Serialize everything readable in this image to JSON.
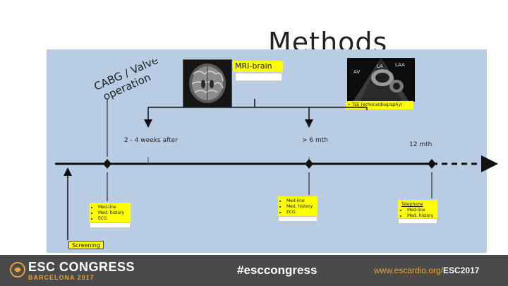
{
  "slide": {
    "title": "Methods"
  },
  "diagram": {
    "operation_line1": "CABG / Valve",
    "operation_line2": "operation",
    "mri_label": "MRI-brain",
    "echo_label": "TEE (echocardiography)",
    "echo_text": {
      "av": "AV",
      "la": "LA",
      "laa": "LAA"
    },
    "times": {
      "early": "2 - 4 weeks after",
      "mid": "> 6 mth",
      "late": "12 mth"
    },
    "boxes": {
      "early": [
        "Med-line",
        "Med. history",
        "ECG"
      ],
      "mid": [
        "Med-line",
        "Med. history",
        "ECG"
      ],
      "late_title": "Telephone",
      "late": [
        "Med-line",
        "Med. history"
      ]
    },
    "screening": "Screening"
  },
  "footer": {
    "congress": "ESC CONGRESS",
    "location": "BARCELONA 2017",
    "hashtag": "#esccongress",
    "url_prefix": "www.escardio.org/",
    "url_suffix": "ESC2017"
  },
  "colors": {
    "panel": "#b8cce4",
    "highlight": "#ffff00",
    "footer_bg": "#4a4a4a",
    "accent": "#e8a23a"
  }
}
